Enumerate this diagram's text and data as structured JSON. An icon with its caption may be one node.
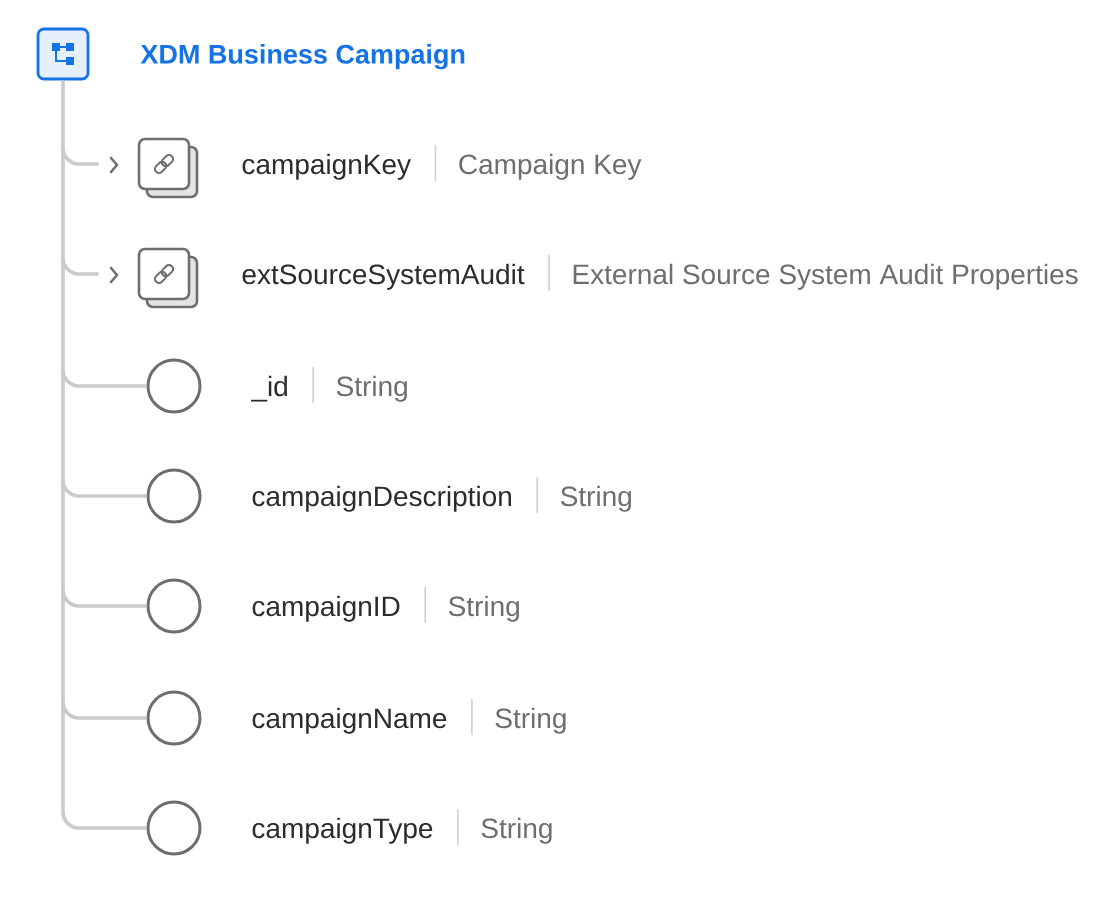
{
  "diagram": {
    "nodes": [
      {
        "text": [],
        "shape": "box",
        "beside": [
          "XDM Business Campaign"
        ]
      },
      {
        "text": [],
        "shape": "box",
        "beside": [
          "campaignKey",
          "Campaign Key"
        ]
      },
      {
        "text": [],
        "shape": "box",
        "beside": [
          "extSourceSystemAudit",
          "External Source System Audit Properties"
        ]
      },
      {
        "text": [],
        "shape": "circle",
        "beside": [
          "_id",
          "String"
        ]
      },
      {
        "text": [],
        "shape": "circle",
        "beside": [
          "campaignDescription",
          "String"
        ]
      },
      {
        "text": [],
        "shape": "circle",
        "beside": [
          "campaignID",
          "String"
        ]
      },
      {
        "text": [],
        "shape": "circle",
        "beside": [
          "campaignName",
          "String"
        ]
      },
      {
        "text": [],
        "shape": "circle",
        "beside": [
          "campaignType",
          "String"
        ]
      }
    ],
    "edges": [
      {
        "from": 0,
        "to": 1,
        "arrow": "none"
      },
      {
        "from": 0,
        "to": 2,
        "arrow": "none"
      },
      {
        "from": 0,
        "to": 3,
        "arrow": "none"
      },
      {
        "from": 0,
        "to": 4,
        "arrow": "none"
      },
      {
        "from": 0,
        "to": 5,
        "arrow": "none"
      },
      {
        "from": 0,
        "to": 6,
        "arrow": "none"
      },
      {
        "from": 0,
        "to": 7,
        "arrow": "none"
      }
    ]
  }
}
